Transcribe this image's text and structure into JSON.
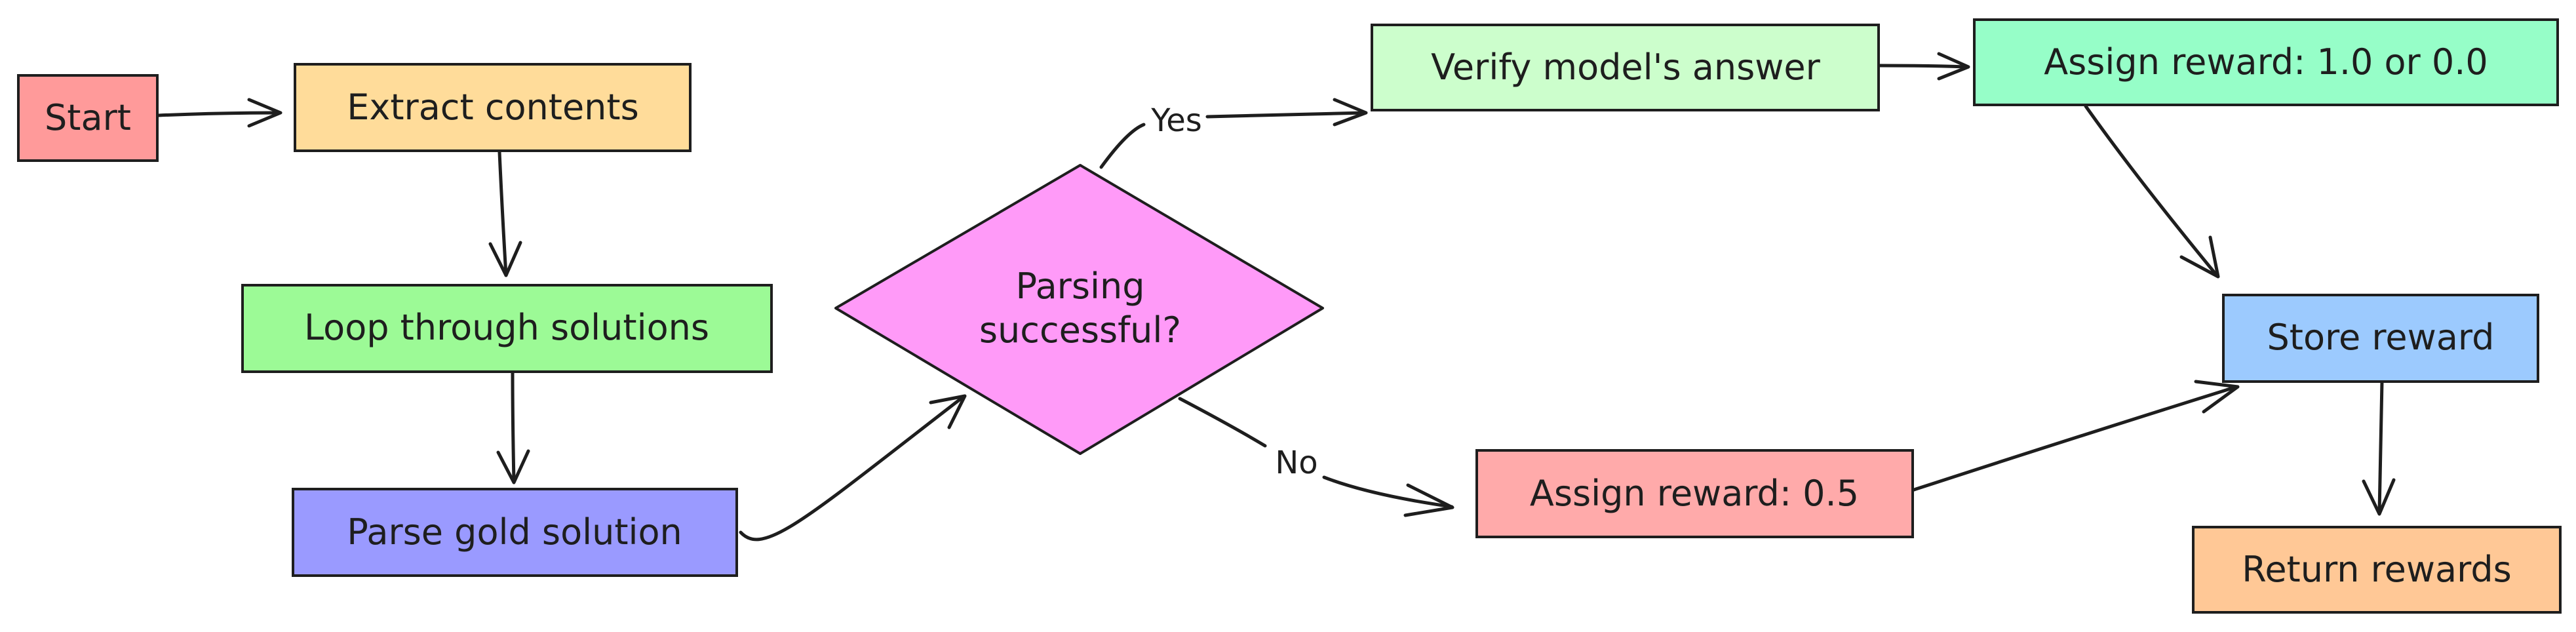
{
  "diagram": {
    "nodes": {
      "start": {
        "label": "Start",
        "color": "#ff9a9a"
      },
      "extract": {
        "label": "Extract contents",
        "color": "#ffdc9a"
      },
      "loop": {
        "label": "Loop through solutions",
        "color": "#9cfa96"
      },
      "parse_gold": {
        "label": "Parse gold solution",
        "color": "#9a9aff"
      },
      "decision": {
        "label_line1": "Parsing",
        "label_line2": "successful?",
        "color": "#ff9af8"
      },
      "verify": {
        "label": "Verify model's answer",
        "color": "#ccfecc"
      },
      "assign_full": {
        "label": "Assign reward: 1.0 or 0.0",
        "color": "#96fec8"
      },
      "assign_half": {
        "label": "Assign reward: 0.5",
        "color": "#ffaaaa"
      },
      "store": {
        "label": "Store reward",
        "color": "#9ccafe"
      },
      "return_rewards": {
        "label": "Return rewards",
        "color": "#ffc896"
      }
    },
    "edges": {
      "yes_label": "Yes",
      "no_label": "No"
    }
  }
}
